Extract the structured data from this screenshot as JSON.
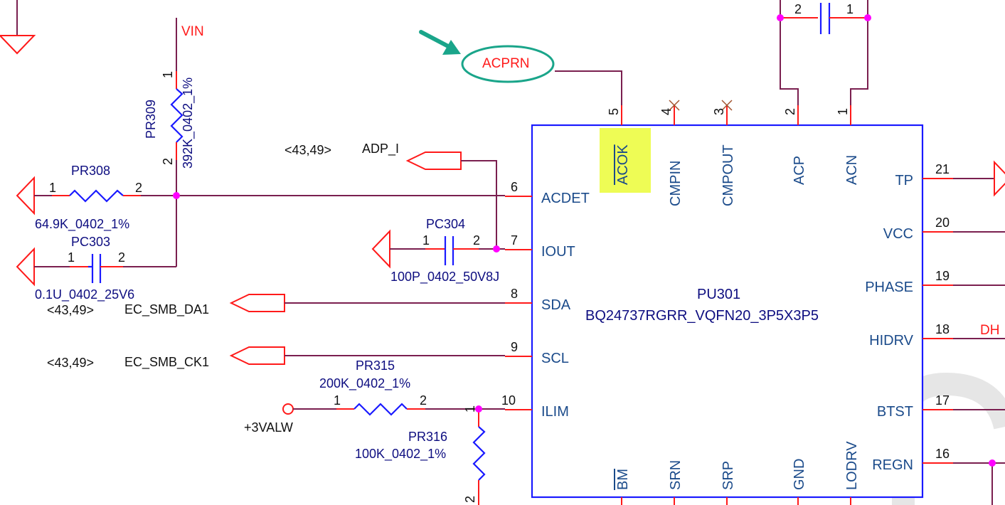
{
  "ic": {
    "ref": "PU301",
    "part": "BQ24737RGRR_VQFN20_3P5X3P5",
    "top_pins": [
      {
        "num": "5",
        "name": "ACOK",
        "overbar": true
      },
      {
        "num": "4",
        "name": "CMPIN"
      },
      {
        "num": "3",
        "name": "CMPOUT"
      },
      {
        "num": "2",
        "name": "ACP"
      },
      {
        "num": "1",
        "name": "ACN"
      }
    ],
    "left_pins": [
      {
        "num": "6",
        "name": "ACDET"
      },
      {
        "num": "7",
        "name": "IOUT"
      },
      {
        "num": "8",
        "name": "SDA"
      },
      {
        "num": "9",
        "name": "SCL"
      },
      {
        "num": "10",
        "name": "ILIM"
      }
    ],
    "right_pins": [
      {
        "num": "21",
        "name": "TP"
      },
      {
        "num": "20",
        "name": "VCC"
      },
      {
        "num": "19",
        "name": "PHASE"
      },
      {
        "num": "18",
        "name": "HIDRV"
      },
      {
        "num": "17",
        "name": "BTST"
      },
      {
        "num": "16",
        "name": "REGN"
      }
    ],
    "bottom_pins": [
      {
        "name": "BM",
        "overbar": true
      },
      {
        "name": "SRN"
      },
      {
        "name": "SRP"
      },
      {
        "name": "GND"
      },
      {
        "name": "LODRV"
      }
    ]
  },
  "nets": {
    "vin": "VIN",
    "acprn": "ACPRN",
    "adp_i": "ADP_I",
    "adp_i_ref": "<43,49>",
    "ec_smb_da1": "EC_SMB_DA1",
    "ec_smb_da1_ref": "<43,49>",
    "ec_smb_ck1": "EC_SMB_CK1",
    "ec_smb_ck1_ref": "<43,49>",
    "vcc3": "+3VALW",
    "dh": "DH"
  },
  "components": {
    "pr309": {
      "ref": "PR309",
      "value": "392K_0402_1%",
      "pin1": "1",
      "pin2": "2"
    },
    "pr308": {
      "ref": "PR308",
      "value": "64.9K_0402_1%",
      "pin1": "1",
      "pin2": "2"
    },
    "pc303": {
      "ref": "PC303",
      "value": "0.1U_0402_25V6",
      "pin1": "1",
      "pin2": "2"
    },
    "pc304": {
      "ref": "PC304",
      "value": "100P_0402_50V8J",
      "pin1": "1",
      "pin2": "2"
    },
    "pr315": {
      "ref": "PR315",
      "value": "200K_0402_1%",
      "pin1": "1",
      "pin2": "2"
    },
    "pr316": {
      "ref": "PR316",
      "value": "100K_0402_1%",
      "pin1": "1",
      "pin2": "2"
    },
    "top_cap": {
      "pin1": "1",
      "pin2": "2"
    }
  },
  "annotation": {
    "arrow_color": "#1aa58a",
    "highlight_color": "#eefc55",
    "highlighted_pin": "ACOK",
    "circled_net": "ACPRN"
  },
  "colors": {
    "wire": "#7a1f4f",
    "pin_stub": "#ff1a1a",
    "component": "#1a1aff",
    "junction": "#ff00ff"
  }
}
